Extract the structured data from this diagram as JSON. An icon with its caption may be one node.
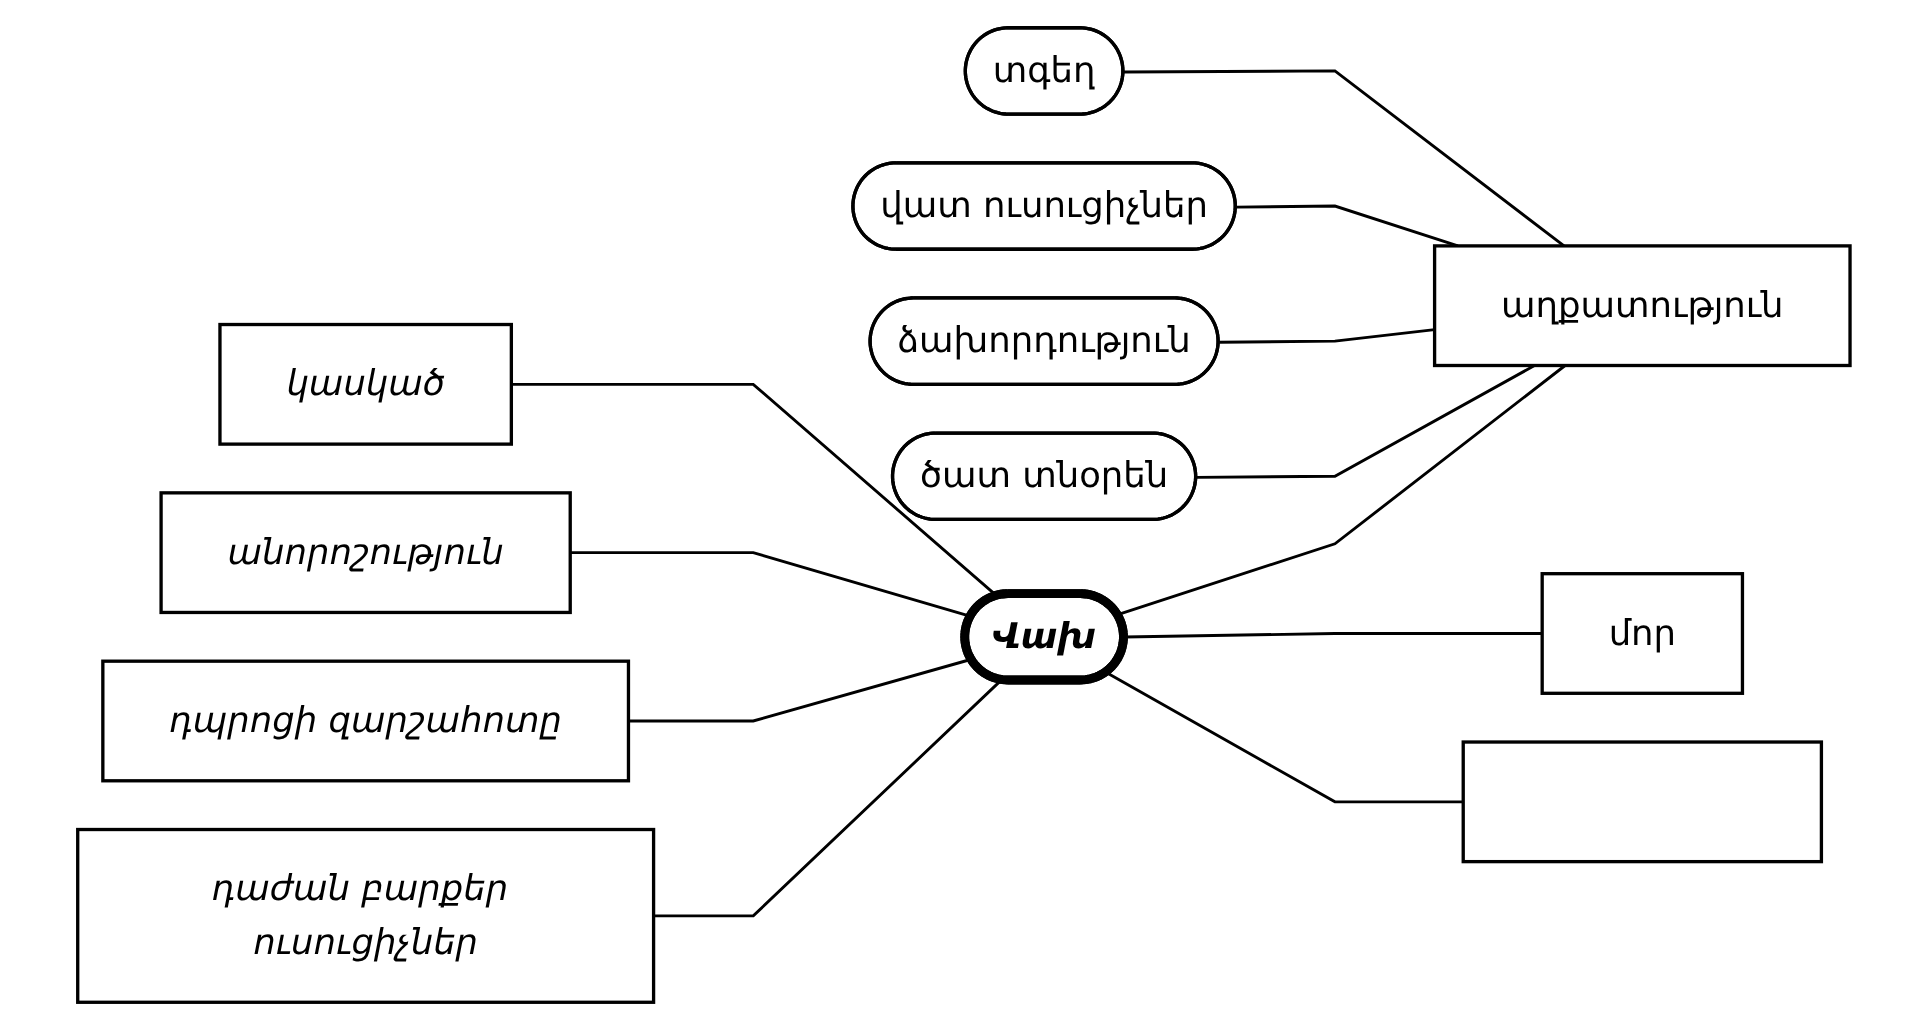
{
  "diagram": {
    "nodes": [
      {
        "text": [
          "տգեղ"
        ]
      },
      {
        "text": [
          "վատ ուսուցիչներ"
        ]
      },
      {
        "text": [
          "կասկած"
        ]
      },
      {
        "text": [
          "ձախորդություն"
        ]
      },
      {
        "text": [
          "ծատ տնօրեն"
        ]
      },
      {
        "text": [
          "անորոշություն"
        ]
      },
      {
        "text": [
          "Վախ"
        ]
      },
      {
        "text": [
          "աղքատություն"
        ]
      },
      {
        "text": [
          "դպրոցի զարշահոտը"
        ]
      },
      {
        "text": [
          "մոր"
        ]
      },
      {
        "text": [
          "դաժան բարքեր ուսուցիչներ"
        ]
      },
      {
        "text": [],
        "shape": "box"
      }
    ],
    "edges": [
      {
        "from": 2,
        "to": 6,
        "arrow": "none"
      },
      {
        "from": 5,
        "to": 6,
        "arrow": "none"
      },
      {
        "from": 8,
        "to": 6,
        "arrow": "none"
      },
      {
        "from": 10,
        "to": 6,
        "arrow": "none"
      },
      {
        "from": 6,
        "to": 7,
        "arrow": "none"
      },
      {
        "from": 6,
        "to": 9,
        "arrow": "none"
      },
      {
        "from": 6,
        "to": 11,
        "arrow": "none"
      },
      {
        "from": 3,
        "to": 7,
        "arrow": "none"
      },
      {
        "from": 0,
        "to": 7,
        "arrow": "none"
      },
      {
        "from": 4,
        "to": 7,
        "arrow": "none"
      },
      {
        "from": 1,
        "to": 7,
        "arrow": "none"
      }
    ]
  }
}
